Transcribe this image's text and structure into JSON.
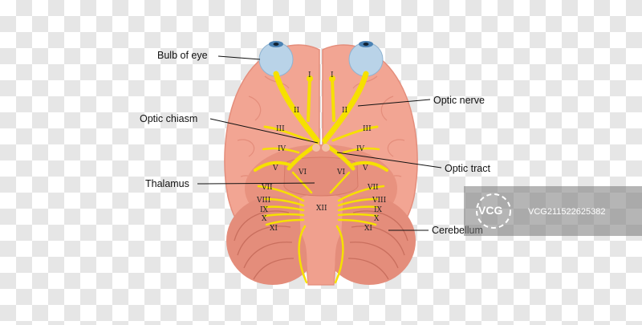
{
  "labels": {
    "bulb_of_eye": "Bulb of eye",
    "optic_nerve": "Optic nerve",
    "optic_chiasm": "Optic chiasm",
    "optic_tract": "Optic tract",
    "thalamus": "Thalamus",
    "cerebellum": "Cerebellum"
  },
  "roman": {
    "I": "I",
    "II": "II",
    "III": "III",
    "IV": "IV",
    "V": "V",
    "VI": "VI",
    "VII": "VII",
    "VIII": "VIII",
    "IX": "IX",
    "X": "X",
    "XI": "XI",
    "XII": "XII"
  },
  "watermark": {
    "logo_text": "VCG",
    "id": "VCG211522625382"
  },
  "colors": {
    "brain": "#f2a593",
    "brain_dark": "#e48d7b",
    "stem": "#f0a08e",
    "nerve": "#f6e000",
    "eye": "#b9d3e8"
  }
}
